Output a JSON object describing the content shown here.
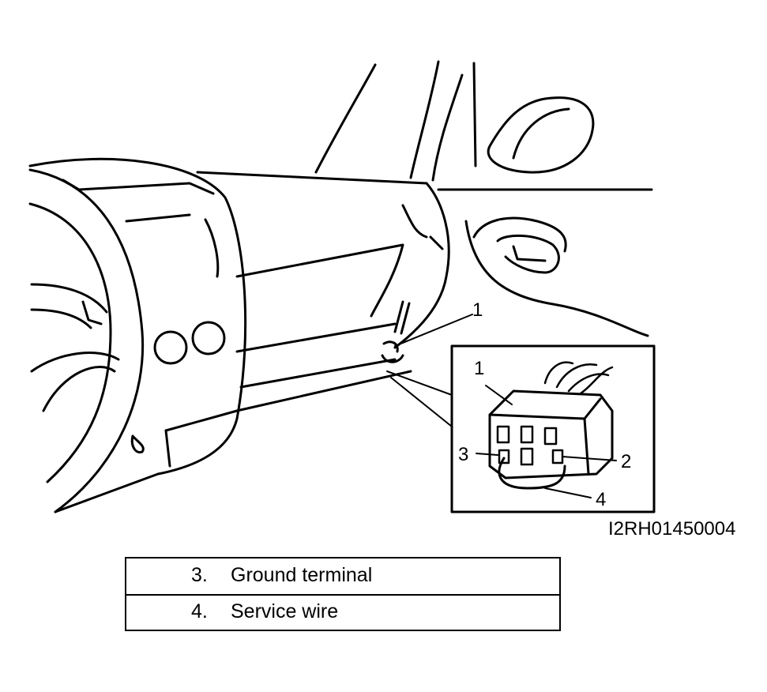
{
  "callouts": {
    "main_1": "1",
    "inset_1": "1",
    "inset_2": "2",
    "inset_3": "3",
    "inset_4": "4"
  },
  "figure_id": "I2RH01450004",
  "legend": [
    {
      "number": "3.",
      "text": "Ground terminal"
    },
    {
      "number": "4.",
      "text": "Service wire"
    }
  ]
}
